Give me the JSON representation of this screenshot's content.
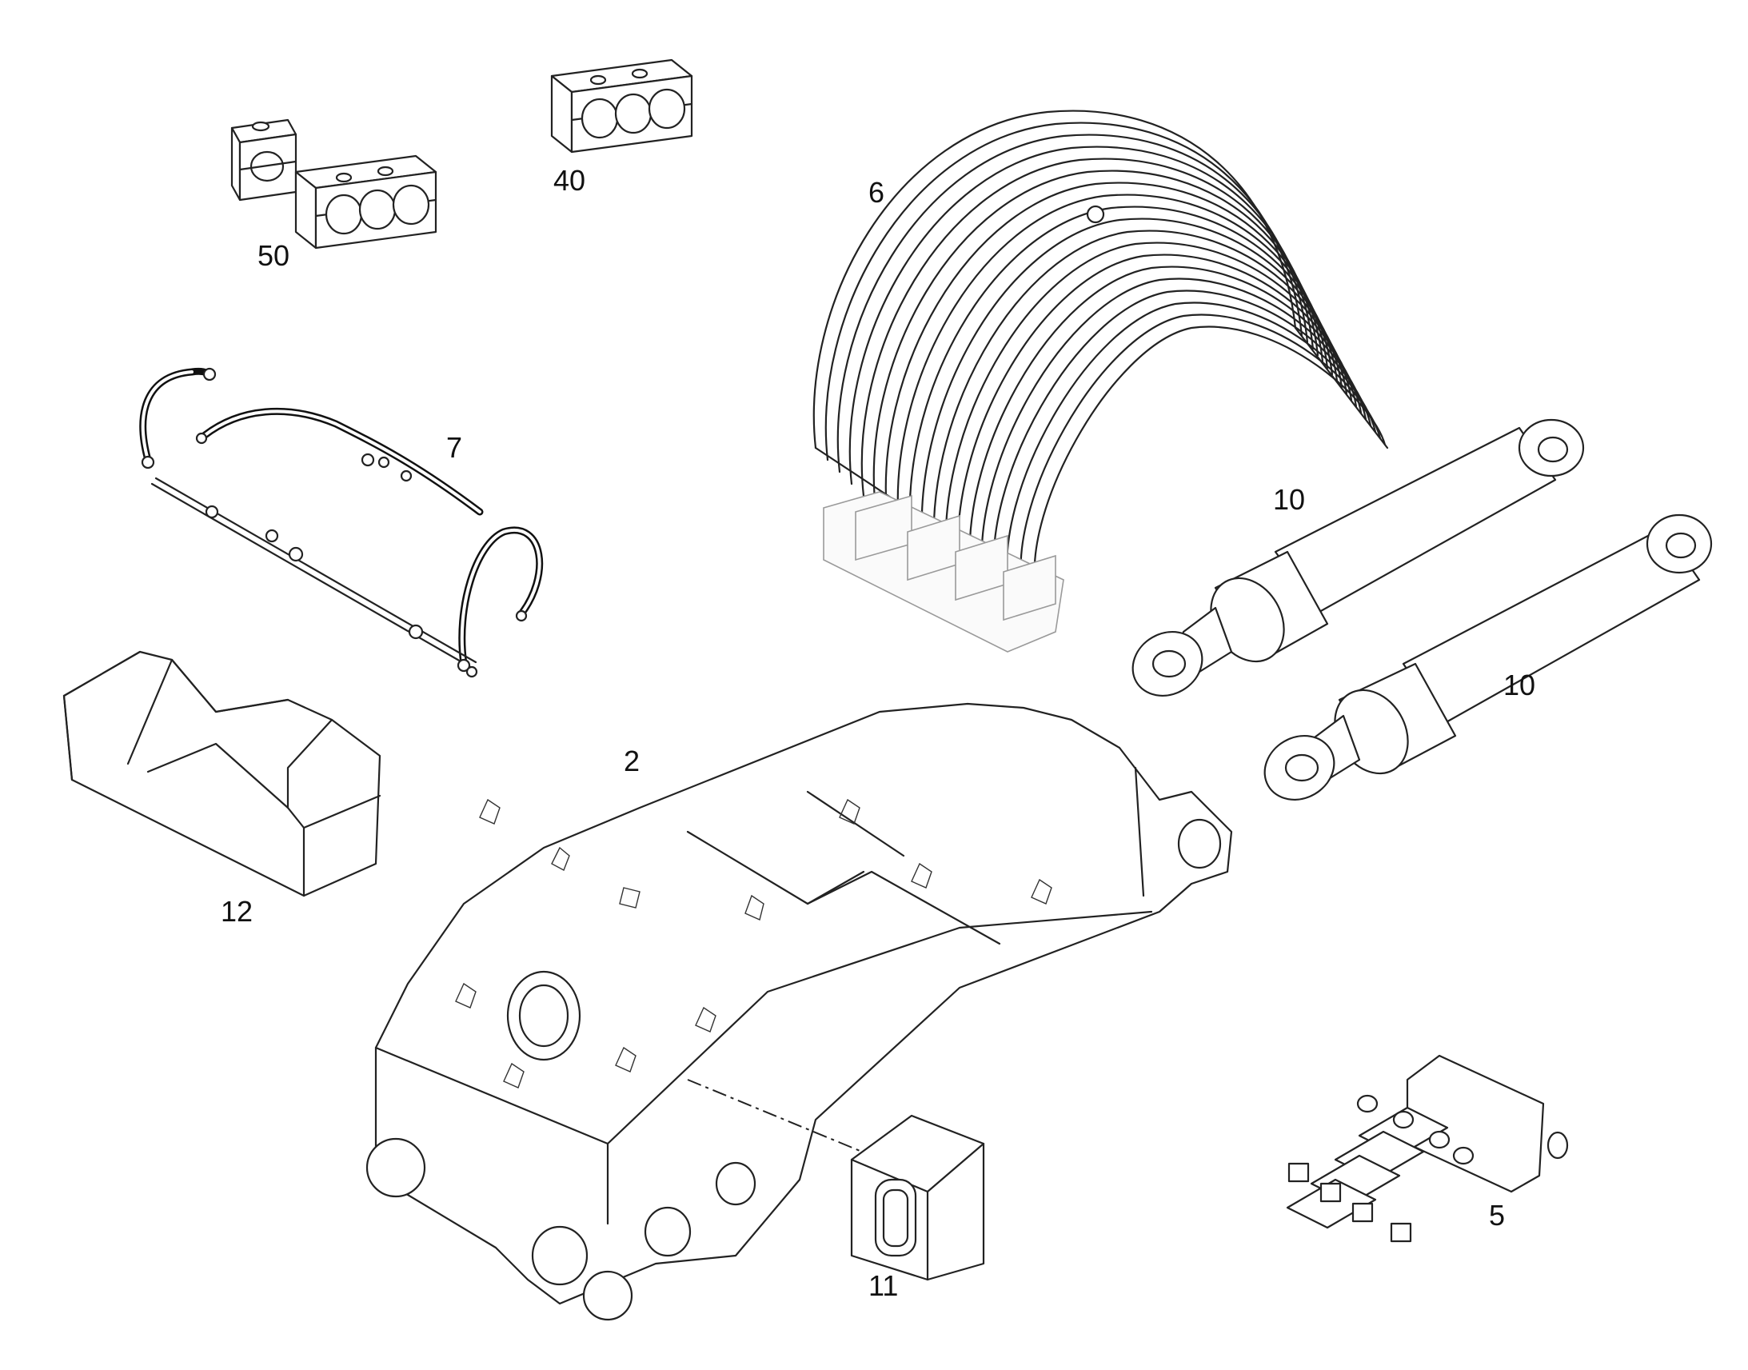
{
  "diagram": {
    "callouts": [
      {
        "id": "50",
        "label": "50"
      },
      {
        "id": "40",
        "label": "40"
      },
      {
        "id": "6",
        "label": "6"
      },
      {
        "id": "7",
        "label": "7"
      },
      {
        "id": "10a",
        "label": "10"
      },
      {
        "id": "10b",
        "label": "10"
      },
      {
        "id": "12",
        "label": "12"
      },
      {
        "id": "2",
        "label": "2"
      },
      {
        "id": "11",
        "label": "11"
      },
      {
        "id": "5",
        "label": "5"
      }
    ]
  }
}
